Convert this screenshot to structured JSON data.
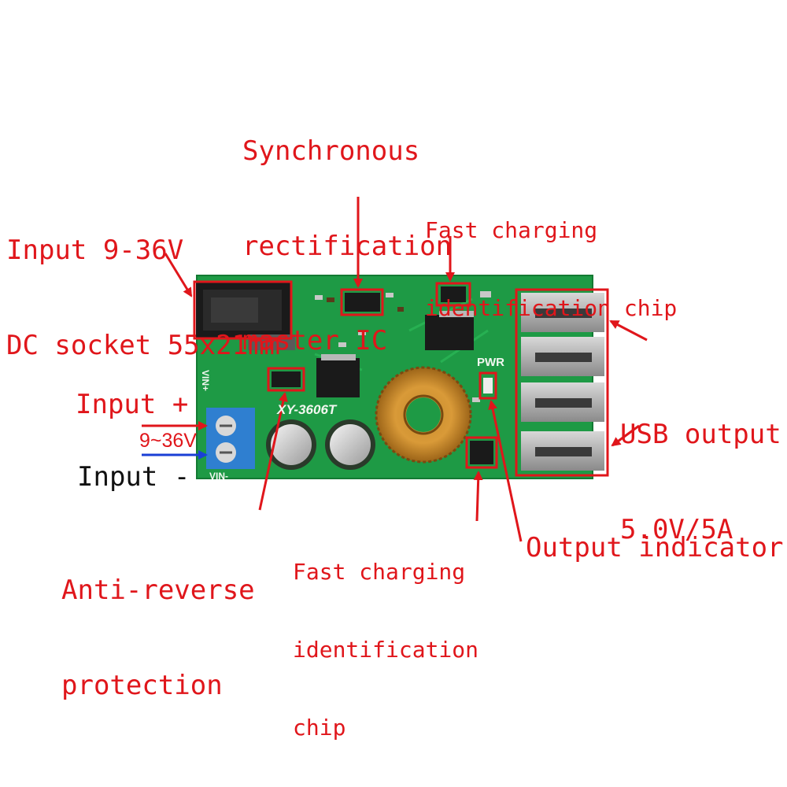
{
  "labels": {
    "sync_ic": [
      "Synchronous",
      "rectification",
      "master IC"
    ],
    "input_socket": [
      "Input 9-36V",
      "DC socket 55x21mm"
    ],
    "fast_chip_top": [
      "Fast charging",
      "identification chip"
    ],
    "usb_output": [
      "USB output",
      "5.0V/5A"
    ],
    "input_plus": "Input +",
    "input_range": "9~36V",
    "input_minus": "Input -",
    "anti_reverse": [
      "Anti-reverse",
      "protection"
    ],
    "fast_chip_bottom": [
      "Fast charging",
      "identification",
      "chip"
    ],
    "output_indicator": "Output indicator"
  },
  "board": {
    "model": "XY-3606T",
    "pwr_label": "PWR",
    "vin_plus": "VIN+",
    "vin_minus": "VIN-"
  },
  "colors": {
    "annotation": "#e0161b",
    "pcb": "#1e9a45",
    "terminal": "#2f7fd0"
  }
}
